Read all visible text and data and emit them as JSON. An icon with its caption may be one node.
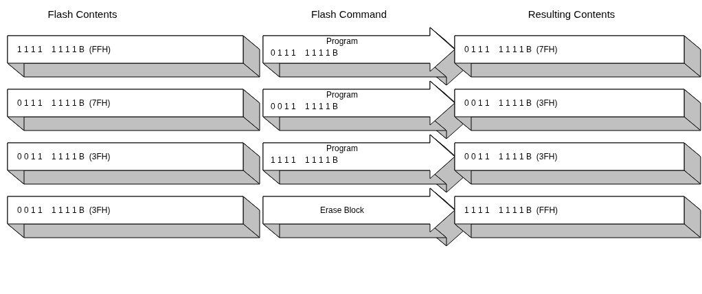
{
  "diagram": {
    "nodes": [
      {
        "text": [
          "1 1 1 1    1 1 1 1 B  (FFH)"
        ]
      },
      {
        "text": [
          "Program",
          "0 1 1 1    1 1 1 1 B"
        ]
      },
      {
        "text": [
          "0 1 1 1    1 1 1 1 B  (7FH)"
        ]
      },
      {
        "text": [
          "0 1 1 1    1 1 1 1 B  (7FH)"
        ]
      },
      {
        "text": [
          "Program",
          "0 0 1 1    1 1 1 1 B"
        ]
      },
      {
        "text": [
          "0 0 1 1    1 1 1 1 B  (3FH)"
        ]
      },
      {
        "text": [
          "0 0 1 1    1 1 1 1 B  (3FH)"
        ]
      },
      {
        "text": [
          "Program",
          "1 1 1 1    1 1 1 1 B"
        ]
      },
      {
        "text": [
          "0 0 1 1    1 1 1 1 B  (3FH)"
        ]
      },
      {
        "text": [
          "0 0 1 1    1 1 1 1 B  (3FH)"
        ]
      },
      {
        "text": [
          "Erase Block"
        ]
      },
      {
        "text": [
          "1 1 1 1    1 1 1 1 B  (FFH)"
        ]
      }
    ],
    "edges": [
      {
        "from": 0,
        "to": 2,
        "arrow": "to"
      },
      {
        "from": 3,
        "to": 5,
        "arrow": "to"
      },
      {
        "from": 6,
        "to": 8,
        "arrow": "to"
      },
      {
        "from": 9,
        "to": 11,
        "arrow": "to"
      }
    ],
    "labels": [
      "Flash Contents",
      "Flash Command",
      "Resulting Contents"
    ]
  }
}
